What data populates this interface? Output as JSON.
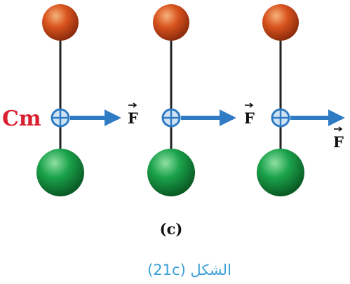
{
  "diagram": {
    "cm_label": "Cm",
    "force_labels": [
      "F",
      "F",
      "F"
    ],
    "sublabel": "(c)",
    "caption": "الشكل (21c)",
    "colors": {
      "top_ball": "#d9541e",
      "bottom_ball": "#1aa24a",
      "rod": "#222222",
      "arrow": "#2f7bc4",
      "cm_label": "#d91f2f",
      "caption": "#3aa0d8",
      "text": "#111111"
    }
  }
}
